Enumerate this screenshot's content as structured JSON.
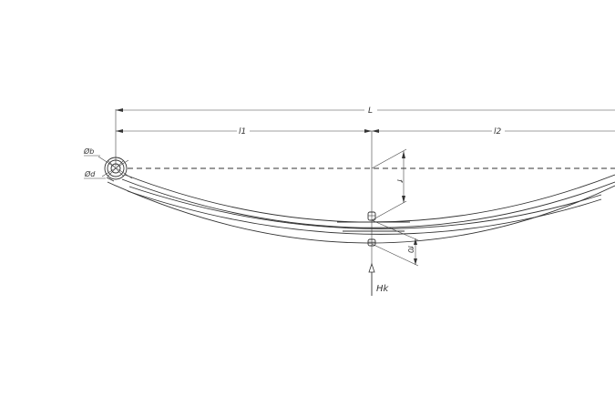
{
  "drawing": {
    "dimensions": {
      "overall_length": "L",
      "front_length": "l1",
      "rear_length": "l2",
      "camber_height": "f",
      "deflection": "f0"
    },
    "eye": {
      "outer_diameter": "Øb",
      "inner_diameter": "Ød"
    },
    "load": {
      "label": "Hk"
    }
  }
}
